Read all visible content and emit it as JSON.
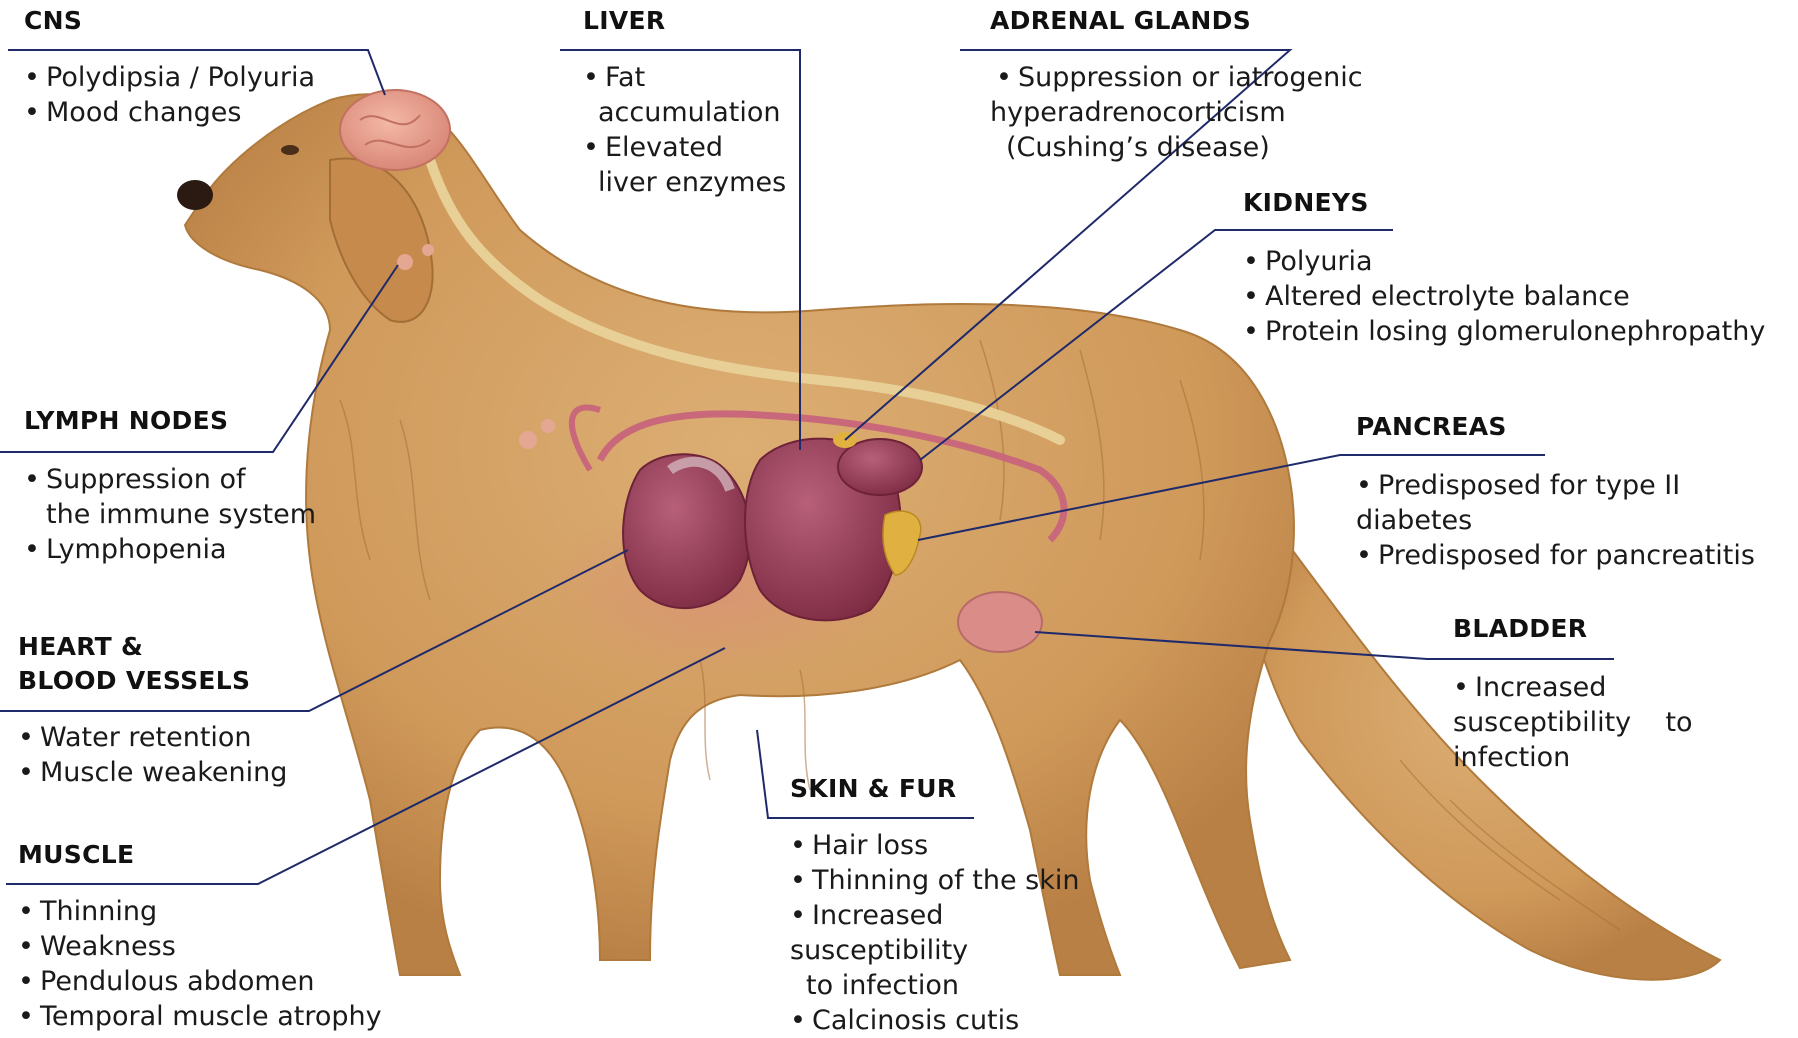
{
  "colors": {
    "leader": "#1f2a6b",
    "fur": "#d09a5c",
    "fur_dark": "#b07a3c",
    "organ": "#9c3d55",
    "brain": "#e8a090",
    "nerve": "#e7cf96",
    "bladder": "#d98c88",
    "gland": "#e0b040"
  },
  "illustration": {
    "subject": "golden retriever dog with internal organs"
  },
  "callouts": [
    {
      "id": "cns",
      "title": "CNS",
      "items": [
        "Polydipsia / Polyuria",
        "Mood changes"
      ]
    },
    {
      "id": "liver",
      "title": "LIVER",
      "items": [
        "Fat",
        "accumulation",
        "Elevated",
        "liver enzymes"
      ]
    },
    {
      "id": "adrenal",
      "title": "ADRENAL GLANDS",
      "items": [
        "Suppression or iatrogenic",
        "hyperadrenocorticism",
        "(Cushing’s disease)"
      ]
    },
    {
      "id": "kidneys",
      "title": "KIDNEYS",
      "items": [
        "Polyuria",
        "Altered electrolyte balance",
        "Protein losing glomerulonephropathy"
      ]
    },
    {
      "id": "lymph",
      "title": "LYMPH NODES",
      "items": [
        "Suppression of",
        "the immune system",
        "Lymphopenia"
      ]
    },
    {
      "id": "pancreas",
      "title": "PANCREAS",
      "items": [
        "Predisposed for type II",
        "diabetes",
        "Predisposed for pancreatitis"
      ]
    },
    {
      "id": "heart",
      "title_line1": "HEART &",
      "title_line2": "BLOOD VESSELS",
      "items": [
        "Water retention",
        "Muscle weakening"
      ]
    },
    {
      "id": "bladder",
      "title": "BLADDER",
      "items": [
        "Increased",
        "susceptibility    to",
        "infection"
      ]
    },
    {
      "id": "skin",
      "title": "SKIN & FUR",
      "items": [
        "Hair loss",
        "Thinning of the skin",
        "Increased",
        "susceptibility",
        "to infection",
        "Calcinosis cutis"
      ]
    },
    {
      "id": "muscle",
      "title": "MUSCLE",
      "items": [
        "Thinning",
        "Weakness",
        "Pendulous abdomen",
        "Temporal muscle atrophy"
      ]
    }
  ]
}
